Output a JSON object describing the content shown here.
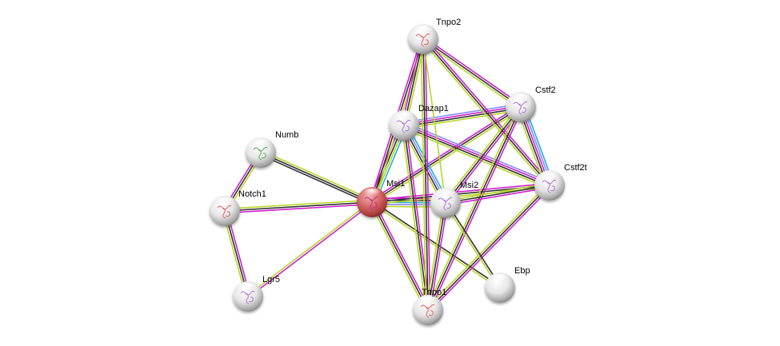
{
  "title": "Protein interaction network",
  "colors": {
    "black": "#333333",
    "magenta": "#cc22cc",
    "yellow": "#b8d62a",
    "cyan": "#22b0d8",
    "blue": "#8a8aff",
    "red": "#ff3333",
    "node_default": "#e8e8e8",
    "node_query": "#d96a6a"
  },
  "nodes": [
    {
      "id": "Tnpo2",
      "label": "Tnpo2",
      "query": false,
      "glyph": "red",
      "has_structure": true
    },
    {
      "id": "Cstf2",
      "label": "Cstf2",
      "query": false,
      "glyph": "purple",
      "has_structure": true
    },
    {
      "id": "Dazap1",
      "label": "Dazap1",
      "query": false,
      "glyph": "purple",
      "has_structure": true
    },
    {
      "id": "Numb",
      "label": "Numb",
      "query": false,
      "glyph": "green",
      "has_structure": true
    },
    {
      "id": "Notch1",
      "label": "Notch1",
      "query": false,
      "glyph": "red",
      "has_structure": true
    },
    {
      "id": "Msi1",
      "label": "Msi1",
      "query": true,
      "glyph": "magenta",
      "has_structure": true
    },
    {
      "id": "Msi2",
      "label": "Msi2",
      "query": false,
      "glyph": "purple",
      "has_structure": true
    },
    {
      "id": "Cstf2t",
      "label": "Cstf2t",
      "query": false,
      "glyph": "purple",
      "has_structure": true
    },
    {
      "id": "Ebp",
      "label": "Ebp",
      "query": false,
      "glyph": "none",
      "has_structure": false
    },
    {
      "id": "Lgr5",
      "label": "Lgr5",
      "query": false,
      "glyph": "purple",
      "has_structure": true
    },
    {
      "id": "Tnpo1",
      "label": "Tnpo1",
      "query": false,
      "glyph": "red",
      "has_structure": true
    }
  ],
  "edges": [
    {
      "a": "Notch1",
      "b": "Numb",
      "evidence": [
        "magenta",
        "black",
        "yellow"
      ]
    },
    {
      "a": "Notch1",
      "b": "Lgr5",
      "evidence": [
        "magenta",
        "black",
        "yellow"
      ]
    },
    {
      "a": "Notch1",
      "b": "Msi1",
      "evidence": [
        "yellow",
        "black",
        "magenta"
      ]
    },
    {
      "a": "Numb",
      "b": "Msi1",
      "evidence": [
        "yellow",
        "black",
        "black"
      ]
    },
    {
      "a": "Lgr5",
      "b": "Msi1",
      "evidence": [
        "yellow",
        "magenta"
      ]
    },
    {
      "a": "Msi1",
      "b": "Dazap1",
      "evidence": [
        "magenta",
        "black",
        "yellow",
        "cyan"
      ]
    },
    {
      "a": "Msi1",
      "b": "Msi2",
      "evidence": [
        "magenta",
        "black",
        "cyan",
        "blue",
        "yellow"
      ]
    },
    {
      "a": "Msi1",
      "b": "Cstf2",
      "evidence": [
        "magenta",
        "black",
        "yellow"
      ]
    },
    {
      "a": "Msi1",
      "b": "Cstf2t",
      "evidence": [
        "magenta",
        "black",
        "yellow"
      ]
    },
    {
      "a": "Msi1",
      "b": "Tnpo1",
      "evidence": [
        "magenta",
        "black",
        "yellow"
      ]
    },
    {
      "a": "Msi1",
      "b": "Ebp",
      "evidence": [
        "black",
        "yellow"
      ]
    },
    {
      "a": "Msi1",
      "b": "Tnpo2",
      "evidence": [
        "magenta",
        "black",
        "yellow"
      ]
    },
    {
      "a": "Dazap1",
      "b": "Tnpo2",
      "evidence": [
        "magenta",
        "black",
        "yellow"
      ]
    },
    {
      "a": "Dazap1",
      "b": "Cstf2",
      "evidence": [
        "blue",
        "magenta",
        "black",
        "yellow"
      ]
    },
    {
      "a": "Dazap1",
      "b": "Cstf2t",
      "evidence": [
        "blue",
        "magenta",
        "black",
        "yellow"
      ]
    },
    {
      "a": "Dazap1",
      "b": "Msi2",
      "evidence": [
        "cyan",
        "blue",
        "black",
        "yellow"
      ]
    },
    {
      "a": "Dazap1",
      "b": "Tnpo1",
      "evidence": [
        "magenta",
        "black",
        "yellow"
      ]
    },
    {
      "a": "Tnpo2",
      "b": "Cstf2",
      "evidence": [
        "magenta",
        "black",
        "yellow"
      ]
    },
    {
      "a": "Tnpo2",
      "b": "Cstf2t",
      "evidence": [
        "magenta",
        "black",
        "yellow"
      ]
    },
    {
      "a": "Tnpo2",
      "b": "Tnpo1",
      "evidence": [
        "magenta",
        "black",
        "yellow"
      ]
    },
    {
      "a": "Tnpo2",
      "b": "Msi2",
      "evidence": [
        "yellow"
      ]
    },
    {
      "a": "Cstf2",
      "b": "Cstf2t",
      "evidence": [
        "cyan",
        "blue",
        "magenta",
        "black",
        "yellow"
      ]
    },
    {
      "a": "Cstf2",
      "b": "Msi2",
      "evidence": [
        "magenta",
        "black",
        "yellow"
      ]
    },
    {
      "a": "Cstf2",
      "b": "Tnpo1",
      "evidence": [
        "magenta",
        "black",
        "yellow"
      ]
    },
    {
      "a": "Cstf2t",
      "b": "Msi2",
      "evidence": [
        "magenta",
        "black",
        "yellow"
      ]
    },
    {
      "a": "Cstf2t",
      "b": "Tnpo1",
      "evidence": [
        "magenta",
        "black",
        "yellow"
      ]
    },
    {
      "a": "Msi2",
      "b": "Tnpo1",
      "evidence": [
        "magenta",
        "black",
        "yellow"
      ]
    },
    {
      "a": "Msi2",
      "b": "Ebp",
      "evidence": [
        "black",
        "yellow"
      ]
    }
  ]
}
